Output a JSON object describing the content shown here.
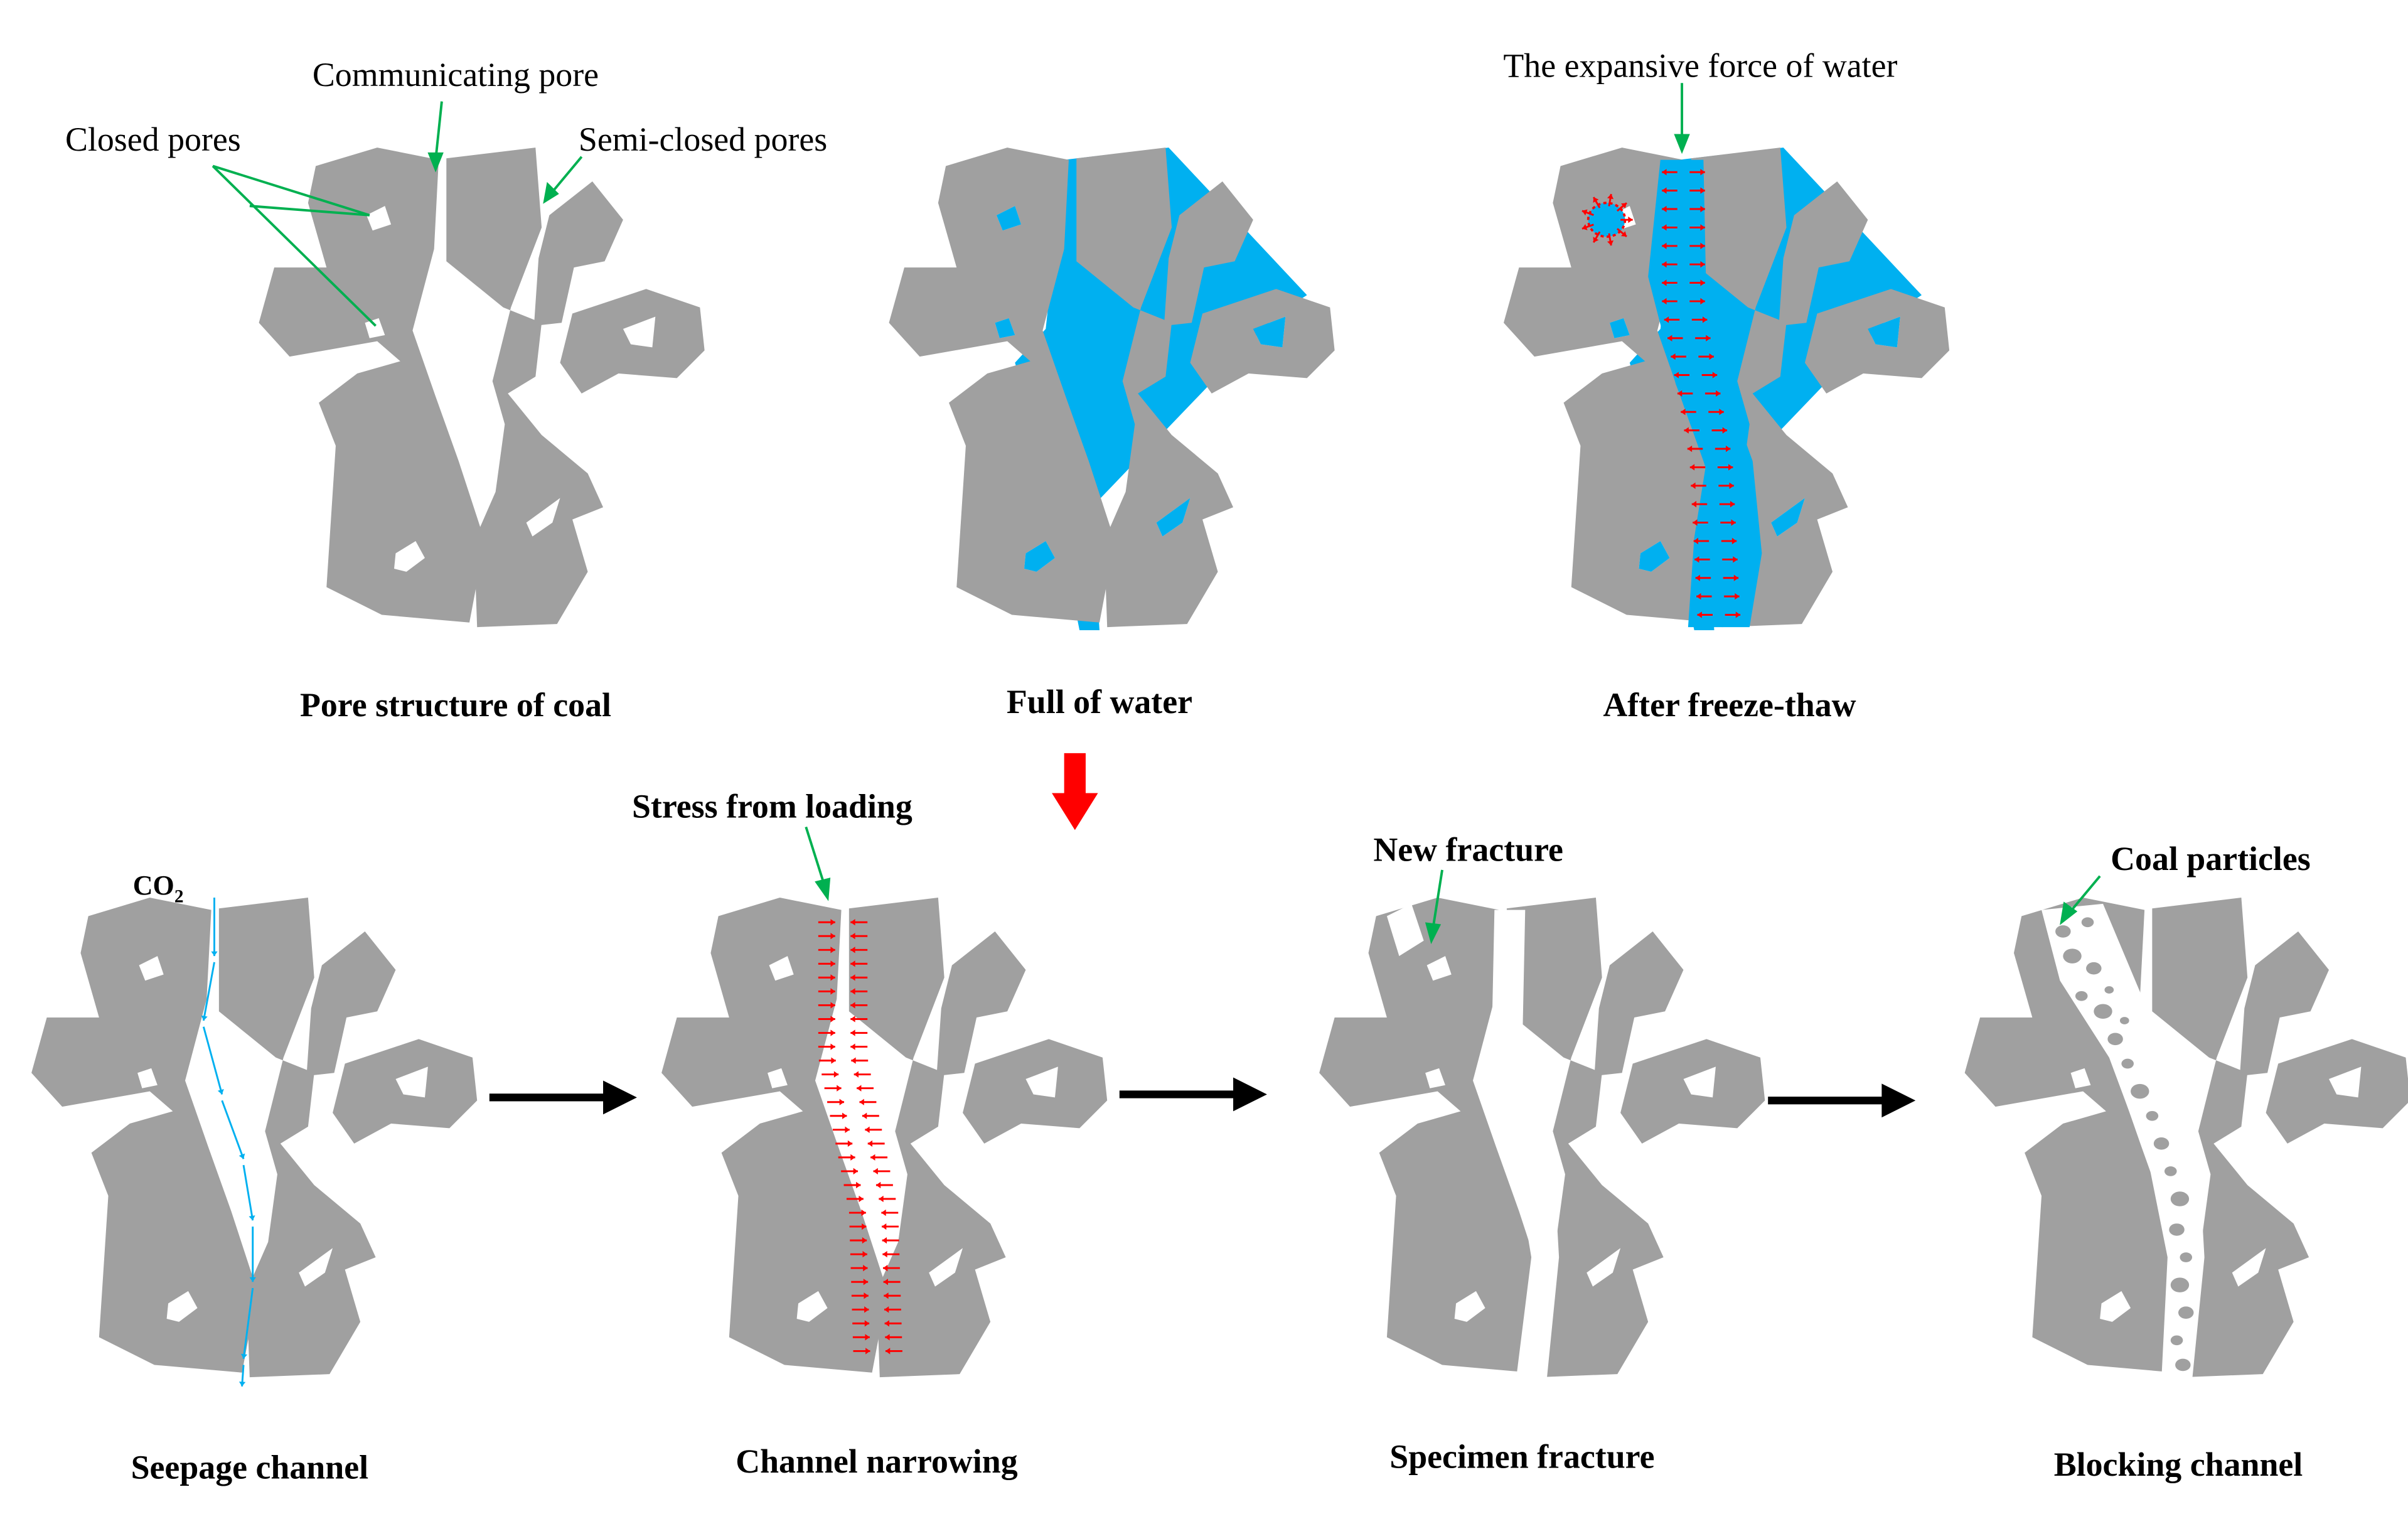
{
  "colors": {
    "coal": "#a0a0a0",
    "water": "#00b0f0",
    "stress": "#ff0000",
    "pointer": "#00b050",
    "co2_flow": "#00b0f0",
    "process_arrow": "#000000",
    "freeze_arrow": "#ff0000"
  },
  "panels": {
    "p1": {
      "title": "Pore structure of coal"
    },
    "p2": {
      "title": "Full of water"
    },
    "p3": {
      "title": "After freeze-thaw"
    },
    "p4": {
      "title": "Seepage channel"
    },
    "p5": {
      "title": "Channel narrowing"
    },
    "p6": {
      "title": "Specimen fracture"
    },
    "p7": {
      "title": "Blocking channel"
    }
  },
  "annotations": {
    "communicating_pore": "Communicating pore",
    "closed_pores": "Closed pores",
    "semi_closed_pores": "Semi-closed pores",
    "expansive_force": "The expansive force of water",
    "co2_base": "CO",
    "co2_sub": "2",
    "stress_from_loading": "Stress from loading",
    "new_fracture": "New fracture",
    "coal_particles": "Coal particles"
  }
}
